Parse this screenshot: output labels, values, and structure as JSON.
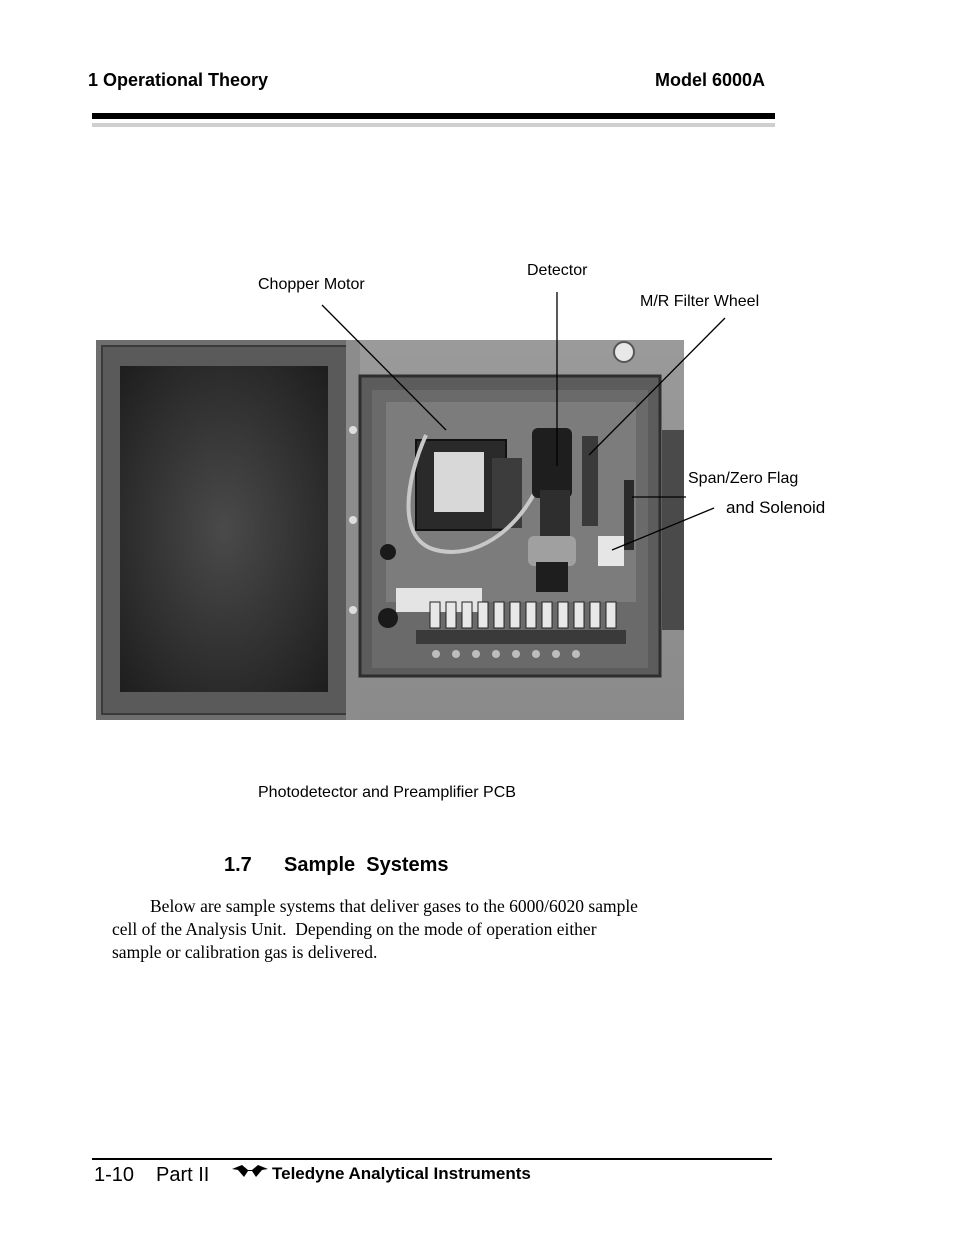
{
  "header": {
    "section": "1   Operational Theory",
    "model": "Model 6000A"
  },
  "figure": {
    "labels": {
      "detector": "Detector",
      "chopper_motor": "Chopper Motor",
      "filter_wheel": "M/R Filter Wheel",
      "span_zero_flag": "Span/Zero Flag",
      "solenoid": "and Solenoid"
    },
    "caption": "Photodetector and Preamplifier PCB"
  },
  "section": {
    "number": "1.7",
    "title": "Sample  Systems",
    "body": [
      "Below are sample systems that deliver gases to the 6000/6020 sample",
      "cell of the Analysis Unit.  Depending on the mode of operation either",
      "sample or calibration gas is delivered."
    ]
  },
  "footer": {
    "page": "1-10",
    "part": "Part II",
    "brand": "Teledyne Analytical Instruments"
  }
}
